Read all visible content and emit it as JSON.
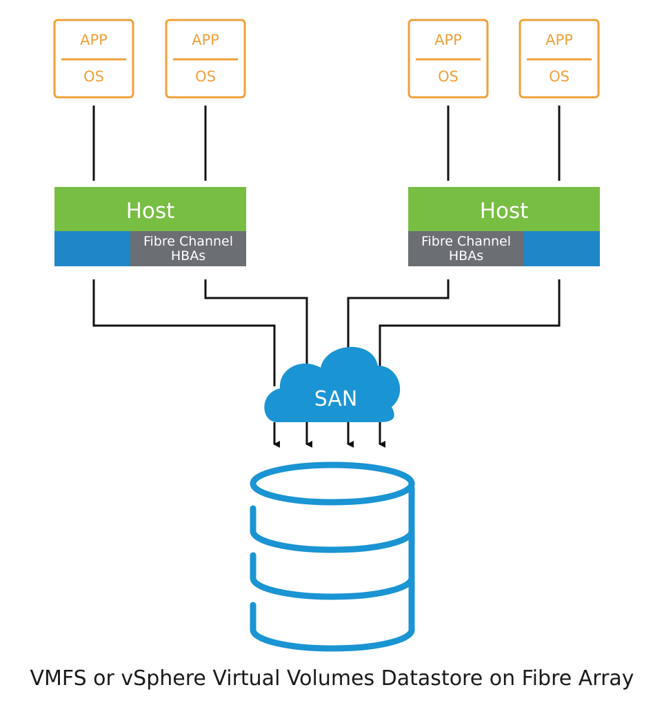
{
  "colors": {
    "vm_outline": "#f0a03a",
    "host_green": "#78be43",
    "host_blue": "#1f87c8",
    "hba_gray": "#6b6e72",
    "san_cloud": "#1a94d3",
    "datastore": "#1a94d3",
    "wire": "#111111"
  },
  "vms": [
    {
      "app": "APP",
      "os": "OS"
    },
    {
      "app": "APP",
      "os": "OS"
    },
    {
      "app": "APP",
      "os": "OS"
    },
    {
      "app": "APP",
      "os": "OS"
    }
  ],
  "hosts": [
    {
      "label": "Host",
      "hba_line1": "Fibre Channel",
      "hba_line2": "HBAs"
    },
    {
      "label": "Host",
      "hba_line1": "Fibre Channel",
      "hba_line2": "HBAs"
    }
  ],
  "san": {
    "label": "SAN"
  },
  "datastore": {
    "icon": "database-icon"
  },
  "caption": "VMFS or vSphere Virtual Volumes Datastore on Fibre Array"
}
